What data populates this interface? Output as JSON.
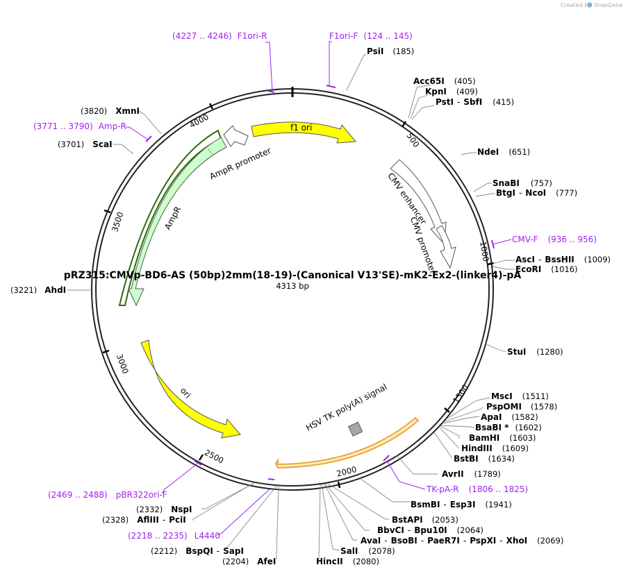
{
  "credit": {
    "prefix": "Created by",
    "brand": "SnapGene"
  },
  "plasmid": {
    "name": "pRZ315:CMVp-BD6-AS (50bp)2mm(18-19)-(Canonical V13'SE)-mK2-Ex2-(linker4)-pA",
    "length_label": "4313 bp",
    "total_bp": 4313
  },
  "colors": {
    "backbone": "#222222",
    "primer": "#a020f0",
    "yellow_feature": "#ffff00",
    "promoter_feature": "#ffffff",
    "amp_feature": "#ccffcc",
    "polya_feature": "#a8a8a8",
    "leader_line": "#888888"
  },
  "ticks": [
    "500",
    "1000",
    "1500",
    "2000",
    "2500",
    "3000",
    "3500",
    "4000"
  ],
  "features": [
    {
      "label": "f1 ori",
      "kind": "yellow-arrow"
    },
    {
      "label": "CMV enhancer",
      "kind": "promoter-arrow"
    },
    {
      "label": "CMV promoter",
      "kind": "promoter-arrow"
    },
    {
      "label": "AmpR promoter",
      "kind": "promoter-arrow"
    },
    {
      "label": "AmpR",
      "kind": "amp-arrow"
    },
    {
      "label": "ori",
      "kind": "yellow-arrow"
    },
    {
      "label": "HSV TK poly(A) signal",
      "kind": "polya-box"
    }
  ],
  "primers": [
    {
      "name": "F1ori-R",
      "range": "(4227 .. 4246)"
    },
    {
      "name": "F1ori-F",
      "range": "(124 .. 145)"
    },
    {
      "name": "Amp-R",
      "range": "(3771 .. 3790)"
    },
    {
      "name": "CMV-F",
      "range": "(936 .. 956)"
    },
    {
      "name": "TK-pA-R",
      "range": "(1806 .. 1825)"
    },
    {
      "name": "pBR322ori-F",
      "range": "(2469 .. 2488)"
    },
    {
      "name": "L4440",
      "range": "(2218 .. 2235)"
    }
  ],
  "sites": [
    {
      "names": [
        "PsiI"
      ],
      "pos": "(185)"
    },
    {
      "names": [
        "Acc65I"
      ],
      "pos": "(405)"
    },
    {
      "names": [
        "KpnI"
      ],
      "pos": "(409)"
    },
    {
      "names": [
        "PstI",
        "SbfI"
      ],
      "pos": "(415)"
    },
    {
      "names": [
        "NdeI"
      ],
      "pos": "(651)"
    },
    {
      "names": [
        "SnaBI"
      ],
      "pos": "(757)"
    },
    {
      "names": [
        "BtgI",
        "NcoI"
      ],
      "pos": "(777)"
    },
    {
      "names": [
        "AscI",
        "BssHII"
      ],
      "pos": "(1009)"
    },
    {
      "names": [
        "EcoRI"
      ],
      "pos": "(1016)"
    },
    {
      "names": [
        "StuI"
      ],
      "pos": "(1280)"
    },
    {
      "names": [
        "MscI"
      ],
      "pos": "(1511)"
    },
    {
      "names": [
        "PspOMI"
      ],
      "pos": "(1578)"
    },
    {
      "names": [
        "ApaI"
      ],
      "pos": "(1582)"
    },
    {
      "names": [
        "BsaBI *"
      ],
      "pos": "(1602)"
    },
    {
      "names": [
        "BamHI"
      ],
      "pos": "(1603)"
    },
    {
      "names": [
        "HindIII"
      ],
      "pos": "(1609)"
    },
    {
      "names": [
        "BstBI"
      ],
      "pos": "(1634)"
    },
    {
      "names": [
        "AvrII"
      ],
      "pos": "(1789)"
    },
    {
      "names": [
        "BsmBI",
        "Esp3I"
      ],
      "pos": "(1941)"
    },
    {
      "names": [
        "BstAPI"
      ],
      "pos": "(2053)"
    },
    {
      "names": [
        "BbvCI",
        "Bpu10I"
      ],
      "pos": "(2064)"
    },
    {
      "names": [
        "AvaI",
        "BsoBI",
        "PaeR7I",
        "PspXI",
        "XhoI"
      ],
      "pos": "(2069)"
    },
    {
      "names": [
        "SalI"
      ],
      "pos": "(2078)"
    },
    {
      "names": [
        "HincII"
      ],
      "pos": "(2080)"
    },
    {
      "names": [
        "AfeI"
      ],
      "pos": "(2204)"
    },
    {
      "names": [
        "BspQI",
        "SapI"
      ],
      "pos": "(2212)"
    },
    {
      "names": [
        "NspI"
      ],
      "pos": "(2332)"
    },
    {
      "names": [
        "AflIII",
        "PciI"
      ],
      "pos": "(2328)"
    },
    {
      "names": [
        "AhdI"
      ],
      "pos": "(3221)"
    },
    {
      "names": [
        "ScaI"
      ],
      "pos": "(3701)"
    },
    {
      "names": [
        "XmnI"
      ],
      "pos": "(3820)"
    }
  ]
}
